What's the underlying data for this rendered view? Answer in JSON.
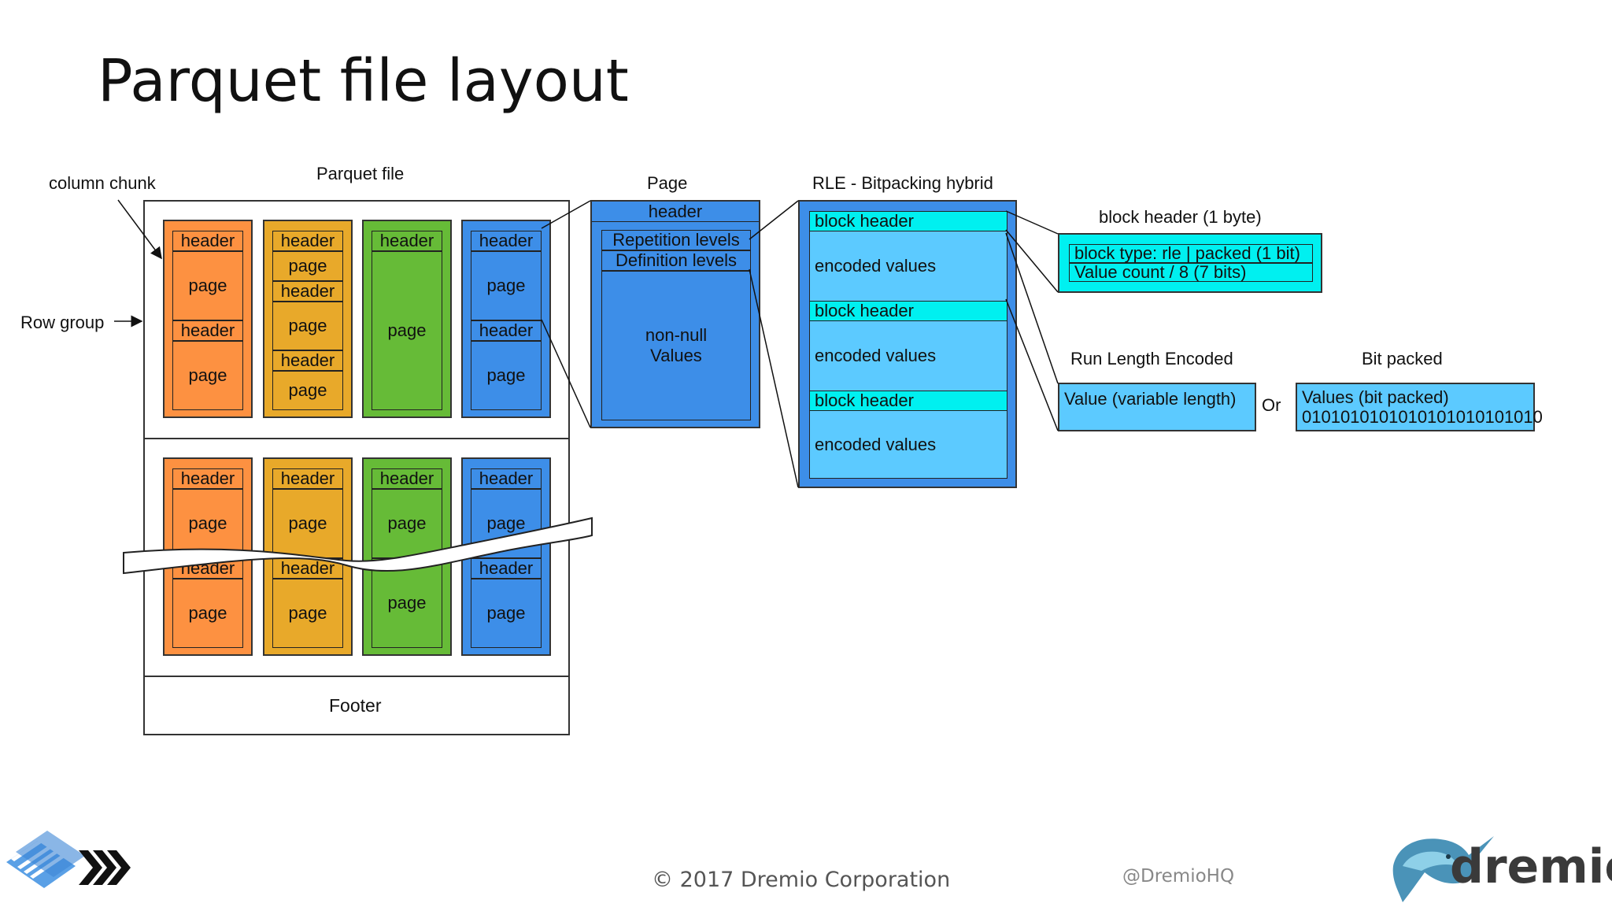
{
  "title": "Parquet file layout",
  "labels": {
    "column_chunk": "column chunk",
    "parquet_file": "Parquet file",
    "row_group": "Row group",
    "page": "Page",
    "rle_hybrid": "RLE - Bitpacking hybrid",
    "block_header_byte": "block header (1 byte)",
    "run_length_encoded": "Run Length Encoded",
    "bit_packed": "Bit packed",
    "or": "Or",
    "footer": "Footer"
  },
  "cells": {
    "header": "header",
    "page": "page"
  },
  "page_detail": {
    "header": "header",
    "repetition_levels": "Repetition levels",
    "definition_levels": "Definition levels",
    "values_line1": "non-null",
    "values_line2": "Values"
  },
  "rle_detail": {
    "block_header": "block header",
    "encoded_values": "encoded values"
  },
  "block_header_detail": {
    "line1": "block type: rle | packed (1 bit)",
    "line2": "Value count / 8 (7 bits)"
  },
  "rle_value": "Value (variable length)",
  "bitpacked_value": {
    "line1": "Values (bit packed)",
    "line2": "0101010101010101010101010"
  },
  "footer_bar": {
    "copyright": "© 2017 Dremio Corporation",
    "handle": "@DremioHQ",
    "brand": "dremio"
  },
  "colors": {
    "orange": "#fd9141",
    "yellow": "#e8a92a",
    "green": "#66bb37",
    "blue": "#3d8ee8",
    "cyan": "#00f0f0",
    "sky": "#5ccaff"
  }
}
